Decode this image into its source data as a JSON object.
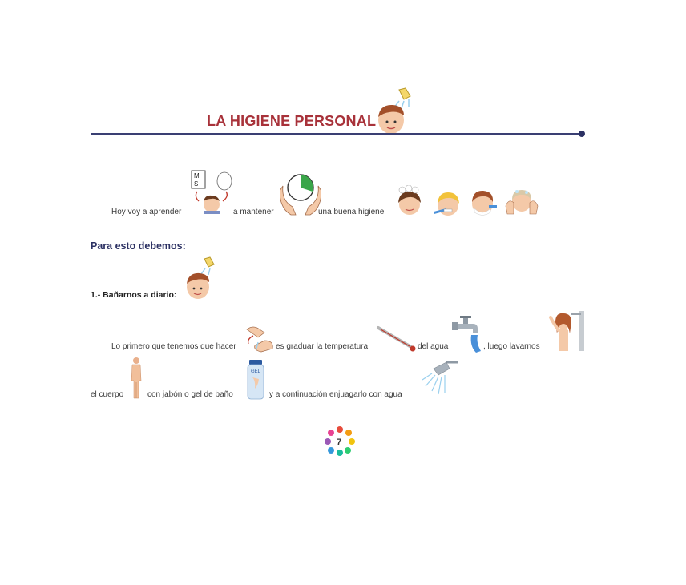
{
  "header": {
    "title": "LA HIGIENE PERSONAL",
    "icon": "child-shower-icon"
  },
  "line1": {
    "segments": [
      "Hoy voy a aprender",
      "a mantener",
      "una buena higiene"
    ],
    "board_letters": [
      "M",
      "S"
    ]
  },
  "section_title": "Para esto debemos:",
  "step1": {
    "label": "1.- Bañarnos a diario:"
  },
  "line2": {
    "segments": [
      "Lo primero que tenemos que hacer",
      "es graduar la temperatura",
      "del agua",
      ", luego lavarnos"
    ]
  },
  "line3": {
    "segments": [
      "el cuerpo",
      "con jabón o gel de baño",
      "y a continuación enjuagarlo con agua"
    ],
    "bottle_label": "GEL"
  },
  "footer": {
    "page_number": "7"
  },
  "colors": {
    "title": "#a8323a",
    "rule": "#3a3f73",
    "section": "#2c3163"
  }
}
